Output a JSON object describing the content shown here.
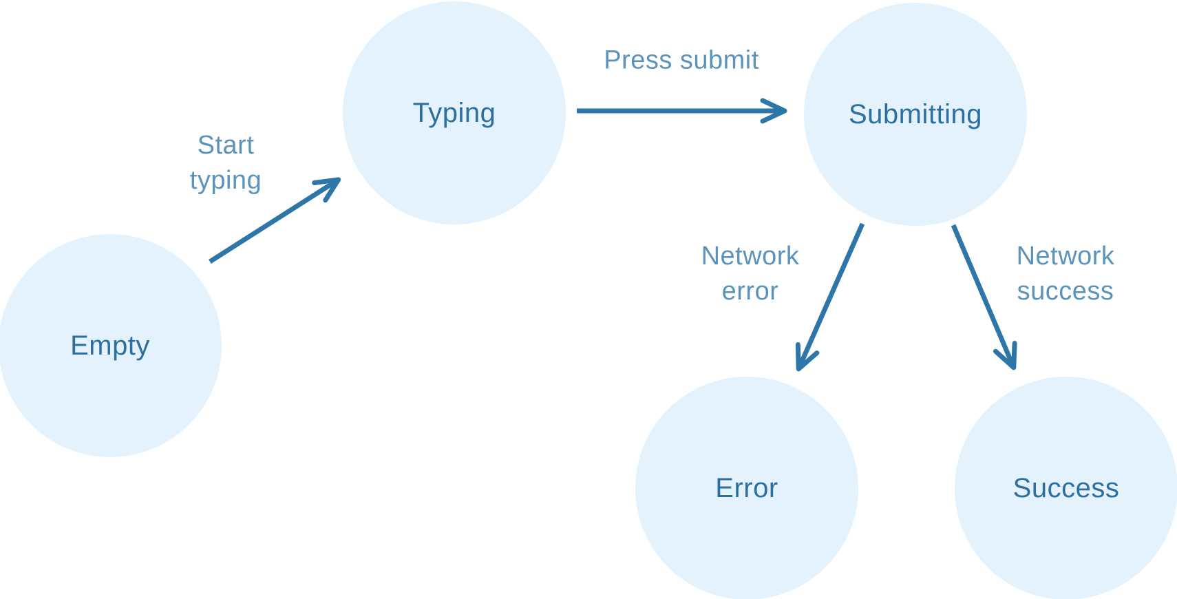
{
  "diagram": {
    "type": "state-machine",
    "background_color": "#ffffff",
    "node_fill_color": "#e3f2fc",
    "node_text_color": "#2d6f9e",
    "arrow_color": "#2e76a8",
    "edge_label_color": "#2e76a8",
    "nodes": [
      {
        "id": "empty",
        "label": "Empty"
      },
      {
        "id": "typing",
        "label": "Typing"
      },
      {
        "id": "submitting",
        "label": "Submitting"
      },
      {
        "id": "error",
        "label": "Error"
      },
      {
        "id": "success",
        "label": "Success"
      }
    ],
    "edges": [
      {
        "id": "empty-typing",
        "from": "Empty",
        "to": "Typing",
        "label": "Start typing"
      },
      {
        "id": "typing-submitting",
        "from": "Typing",
        "to": "Submitting",
        "label": "Press submit"
      },
      {
        "id": "submitting-error",
        "from": "Submitting",
        "to": "Error",
        "label": "Network error"
      },
      {
        "id": "submitting-success",
        "from": "Submitting",
        "to": "Success",
        "label": "Network success"
      }
    ]
  }
}
